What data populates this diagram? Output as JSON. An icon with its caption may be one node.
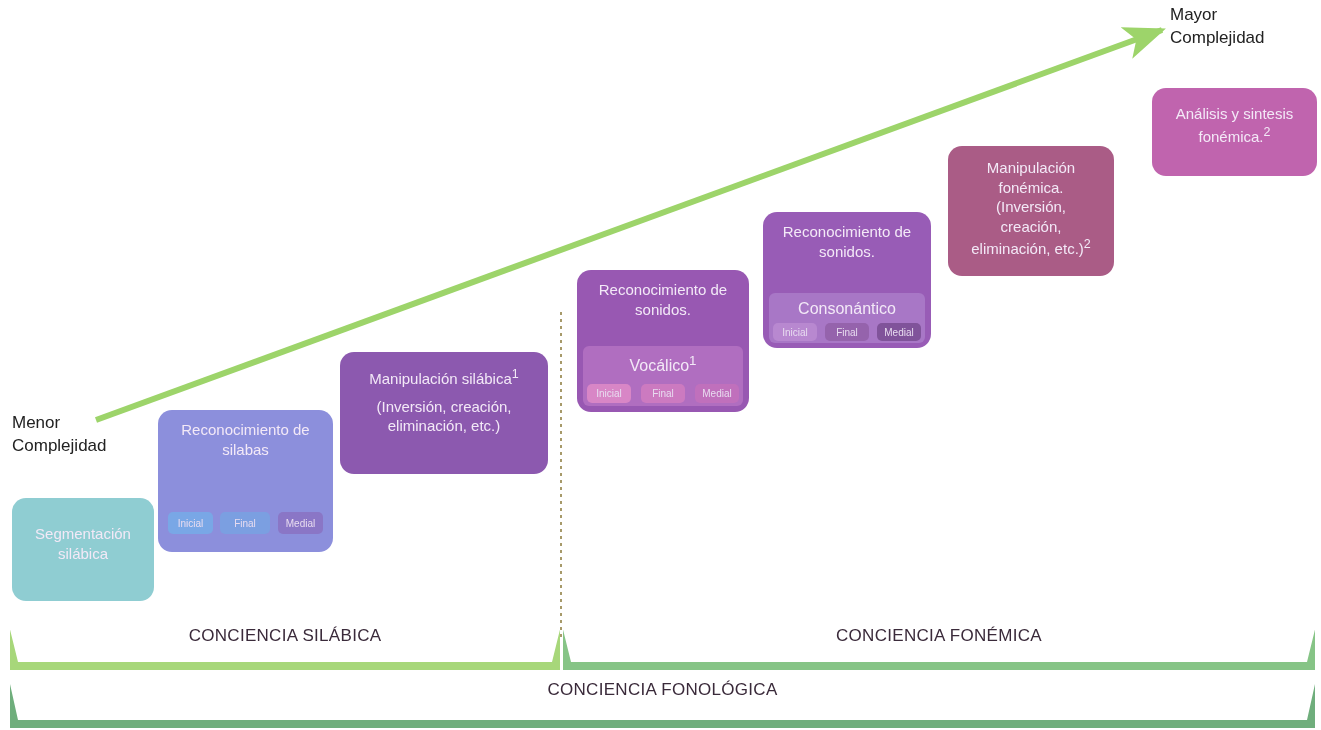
{
  "diagram": {
    "nodes": [
      {
        "text": [
          "Segmentación silábica"
        ]
      },
      {
        "text": [
          "Reconocimiento de silabas"
        ]
      },
      {
        "text": [
          "Inicial"
        ],
        "in": 1
      },
      {
        "text": [
          "Final"
        ],
        "in": 1
      },
      {
        "text": [
          "Medial"
        ],
        "in": 1
      },
      {
        "text": [
          "Manipulación silábica$^{1}$",
          "(Inversión, creación, eliminación, etc.)"
        ]
      },
      {
        "text": [
          "Reconocimiento de sonidos."
        ]
      },
      {
        "text": [
          "Vocálico$^{1}$"
        ],
        "in": 6
      },
      {
        "text": [
          "Inicial"
        ],
        "in": 7
      },
      {
        "text": [
          "Final"
        ],
        "in": 7
      },
      {
        "text": [
          "Medial"
        ],
        "in": 7
      },
      {
        "text": [
          "Reconocimiento de sonidos."
        ]
      },
      {
        "text": [
          "Consonántico"
        ],
        "in": 11
      },
      {
        "text": [
          "Inicial"
        ],
        "in": 12
      },
      {
        "text": [
          "Final"
        ],
        "in": 12
      },
      {
        "text": [
          "Medial"
        ],
        "in": 12
      },
      {
        "text": [
          "Manipulación fonémica. (Inversión, creación, eliminación, etc.)$^{2}$"
        ]
      },
      {
        "text": [
          "Análisis y sintesis fonémica.$^{2}$"
        ]
      },
      {
        "text": [
          "Menor Complejidad"
        ]
      },
      {
        "text": [
          "Mayor Complejidad"
        ]
      },
      {
        "text": [
          "CONCIENCIA SILÁBICA"
        ]
      },
      {
        "text": [
          "CONCIENCIA FONÉMICA"
        ]
      },
      {
        "text": [
          "CONCIENCIA FONOLÓGICA"
        ]
      }
    ],
    "edges": [
      {
        "from": 18,
        "to": 19,
        "arrow": "to",
        "color": "#9dd46a"
      }
    ]
  }
}
